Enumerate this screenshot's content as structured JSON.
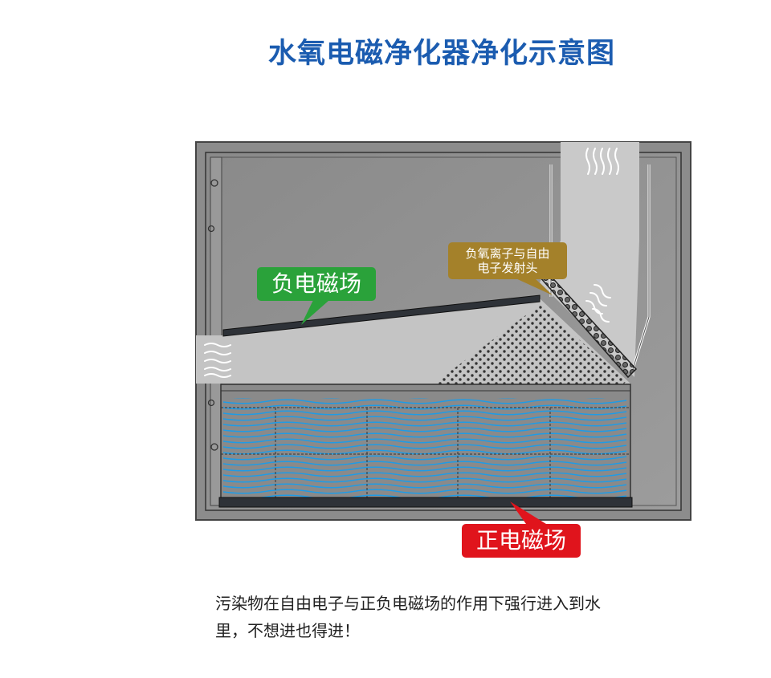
{
  "title": "水氧电磁净化器净化示意图",
  "labels": {
    "negative_field": "负电磁场",
    "emitter_line1": "负氧离子与自由",
    "emitter_line2": "电子发射头",
    "positive_field": "正电磁场"
  },
  "caption": {
    "line1": "污染物在自由电子与正负电磁场的作用下强行进入到水",
    "line2": "里，不想进也得进！"
  },
  "colors": {
    "title": "#1b5cb0",
    "negative_label": "#2aa23a",
    "emitter_label": "#a4812a",
    "positive_label": "#e0141c",
    "water_waves": "#1e9be6"
  }
}
